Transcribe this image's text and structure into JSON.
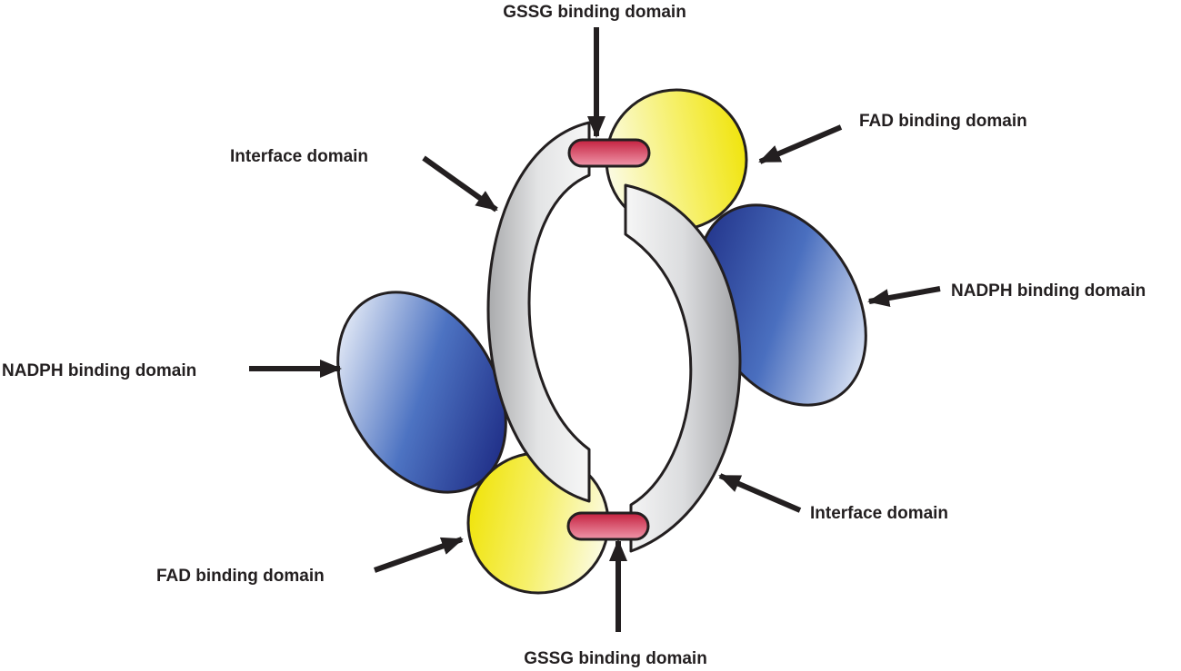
{
  "labels": {
    "gssg_top": "GSSG binding domain",
    "fad_top_right": "FAD binding domain",
    "interface_top_left": "Interface domain",
    "nadph_right": "NADPH binding domain",
    "nadph_left": "NADPH binding domain",
    "interface_bottom_right": "Interface domain",
    "fad_bottom_left": "FAD binding domain",
    "gssg_bottom": "GSSG binding domain"
  },
  "colors": {
    "fad_yellow": "#f2e816",
    "nadph_blue": "#2b3e96",
    "interface_gray": "#bdbebf",
    "gssg_red": "#d9304f",
    "arrow": "#231f20",
    "outline": "#231f20"
  }
}
